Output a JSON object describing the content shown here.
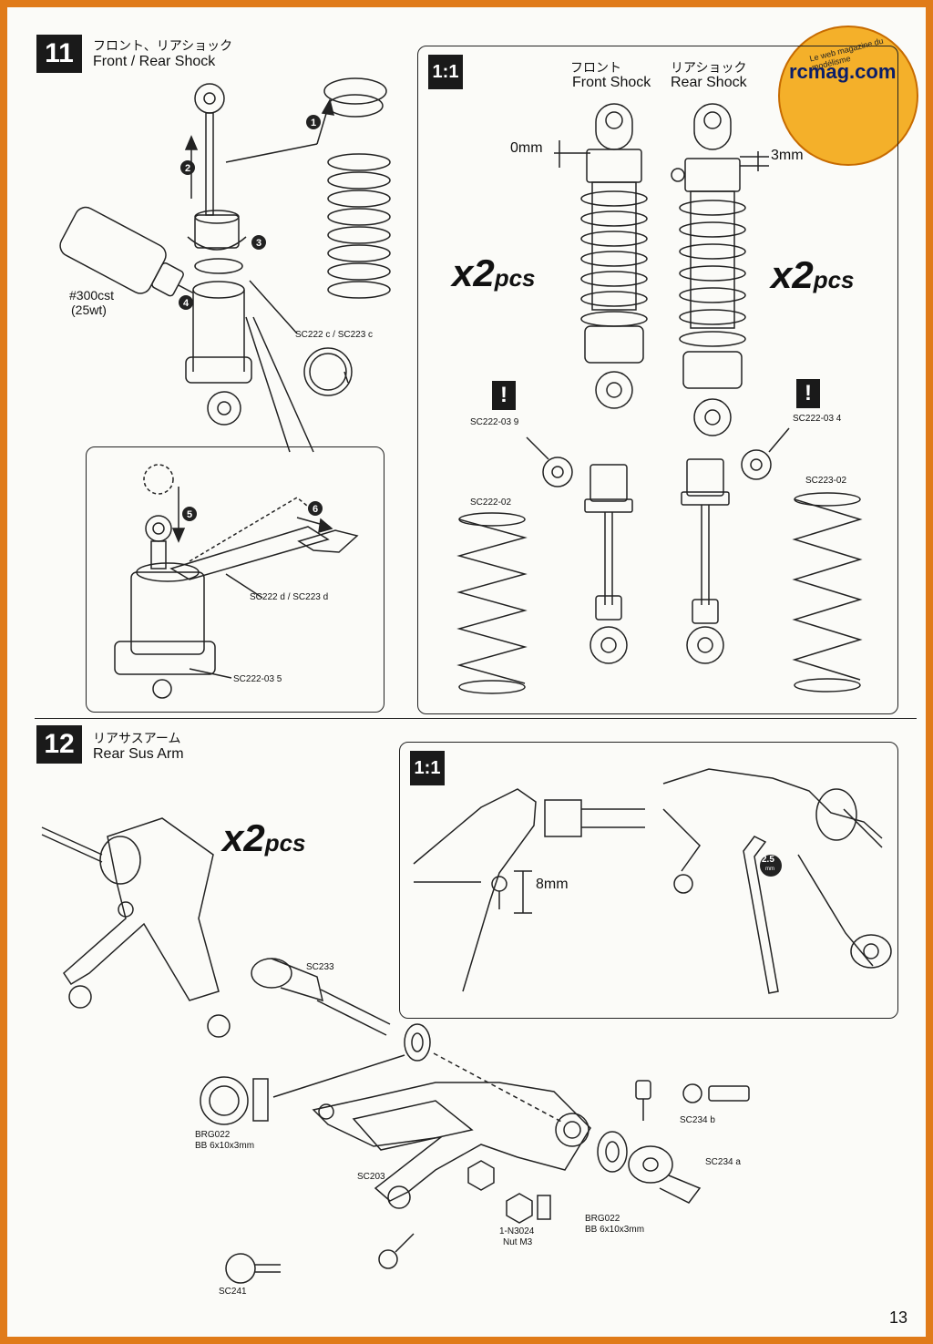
{
  "page_number": "13",
  "logo": {
    "name": "rcmag.com",
    "tagline": "Le web magazine du modélisme",
    "icon": "rc-buggy-logo"
  },
  "step11": {
    "number": "11",
    "title_jp": "フロント、リアショック",
    "title_en": "Front / Rear Shock",
    "oil_label": "#300cst",
    "oil_weight": "(25wt)",
    "callouts": [
      "1",
      "2",
      "3",
      "4",
      "5",
      "6"
    ],
    "parts": {
      "oring": "SC222 c / SC223 c",
      "tool": "SC222 d / SC223 d",
      "bottom": "SC222-03 5"
    },
    "scale_panel": {
      "scale": "1:1",
      "front_jp": "フロント",
      "front_en": "Front Shock",
      "rear_jp": "リアショック",
      "rear_en": "Rear Shock",
      "front_gap": "0mm",
      "rear_gap": "3mm",
      "qty_left": "x2",
      "qty_left_unit": "pcs",
      "qty_right": "x2",
      "qty_right_unit": "pcs",
      "warn_symbol": "!",
      "front_spacer": "SC222-03 9",
      "rear_spacer": "SC222-03 4",
      "front_spring": "SC222-02",
      "rear_spring": "SC223-02"
    }
  },
  "step12": {
    "number": "12",
    "title_jp": "リアサスアーム",
    "title_en": "Rear Sus Arm",
    "qty": "x2",
    "qty_unit": "pcs",
    "scale_panel": {
      "scale": "1:1",
      "ball_height": "8mm",
      "tool_size": "2.5",
      "tool_unit": "mm"
    },
    "parts": {
      "axle": "SC233",
      "bearing_left_code": "BRG022",
      "bearing_left_desc": "BB 6x10x3mm",
      "arm": "SC203",
      "nut_code": "1-N3024",
      "nut_desc": "Nut M3",
      "bearing_right_code": "BRG022",
      "bearing_right_desc": "BB 6x10x3mm",
      "screw_b": "SC234 b",
      "hub_a": "SC234 a",
      "ballstud": "SC241"
    }
  }
}
